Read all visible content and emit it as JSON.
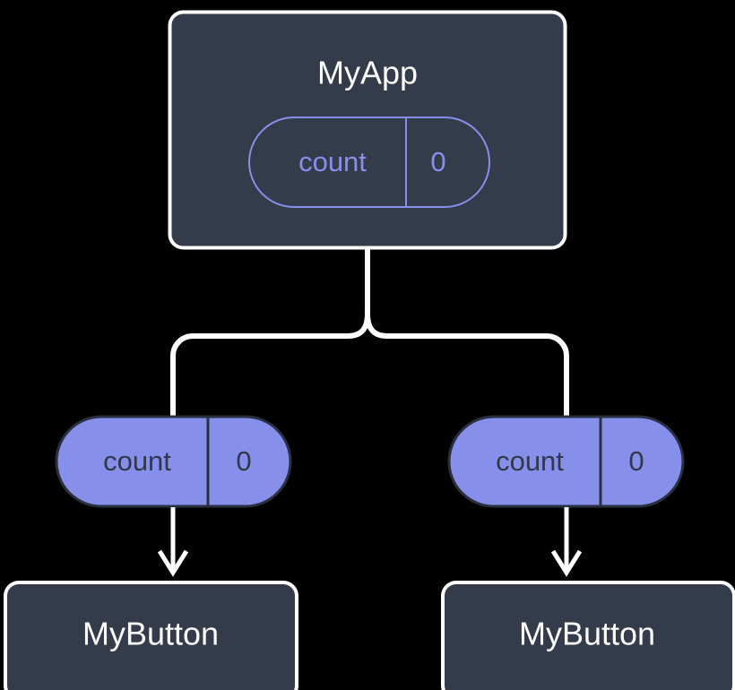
{
  "diagram": {
    "type": "widget-state-tree",
    "background_color": "#000000",
    "colors": {
      "node_fill": "#343b4a",
      "node_border": "#ffffff",
      "node_text": "#ffffff",
      "state_accent": "#8690ea",
      "state_pill_fill": "#8690ea",
      "state_pill_border": "#2b3040",
      "state_pill_text": "#32384a",
      "connector": "#ffffff"
    },
    "root": {
      "label": "MyApp",
      "state": {
        "key": "count",
        "value": "0"
      }
    },
    "branches": [
      {
        "state": {
          "key": "count",
          "value": "0"
        },
        "child": {
          "label": "MyButton"
        }
      },
      {
        "state": {
          "key": "count",
          "value": "0"
        },
        "child": {
          "label": "MyButton"
        }
      }
    ]
  }
}
